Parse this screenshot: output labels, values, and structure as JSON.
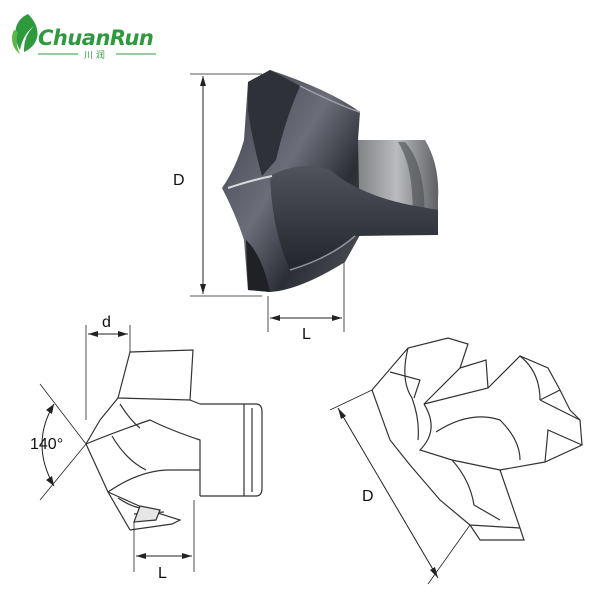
{
  "logo": {
    "brand": "ChuanRun",
    "subtitle": "川 润",
    "color": "#2e9a3d"
  },
  "photo": {
    "dim_diameter": "D",
    "dim_length": "L"
  },
  "side_view": {
    "dim_small_diameter": "d",
    "dim_angle": "140°",
    "dim_length": "L"
  },
  "iso_view": {
    "dim_diameter": "D"
  }
}
